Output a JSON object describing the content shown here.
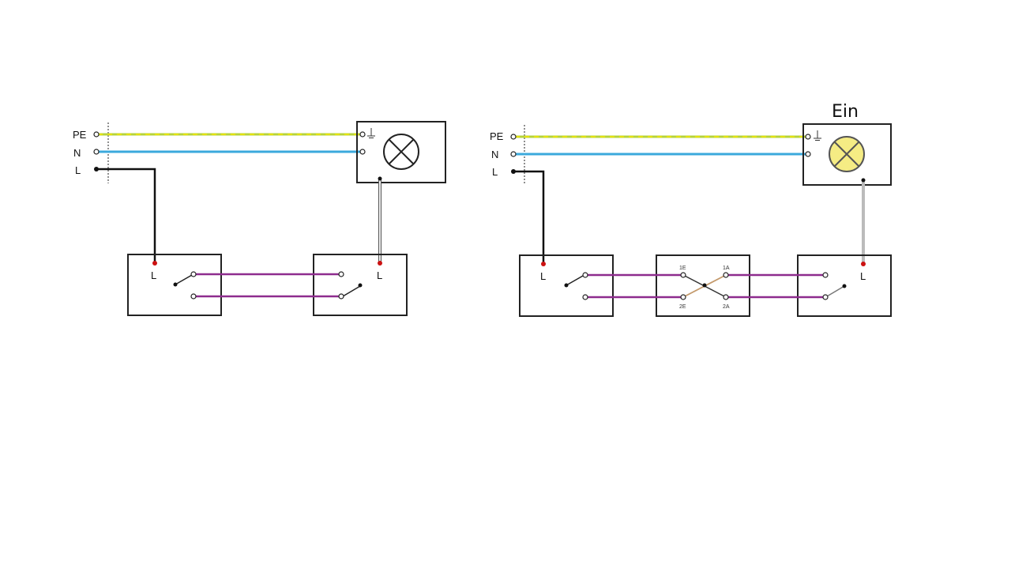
{
  "colors": {
    "pe_green": "#b6d33c",
    "pe_yellow": "#f2e600",
    "neutral": "#3ba9dc",
    "live": "#111111",
    "traveler": "#8e2c8e",
    "cross_wire": "#c49a6c",
    "lamp_on": "#f5ec84",
    "terminal_red": "#cc1111",
    "switched_wire": "#bbbbbb"
  },
  "left_diagram": {
    "supply_labels": {
      "pe": "PE",
      "n": "N",
      "l": "L"
    },
    "lamp_icon": "lamp-off-icon",
    "switch1_label": "L",
    "switch2_label": "L"
  },
  "right_diagram": {
    "title": "Ein",
    "supply_labels": {
      "pe": "PE",
      "n": "N",
      "l": "L"
    },
    "lamp_icon": "lamp-on-icon",
    "switch1_label": "L",
    "switch3_label": "L",
    "intermediate_terminals": {
      "t1e": "1E",
      "t1a": "1A",
      "t2e": "2E",
      "t2a": "2A"
    }
  }
}
